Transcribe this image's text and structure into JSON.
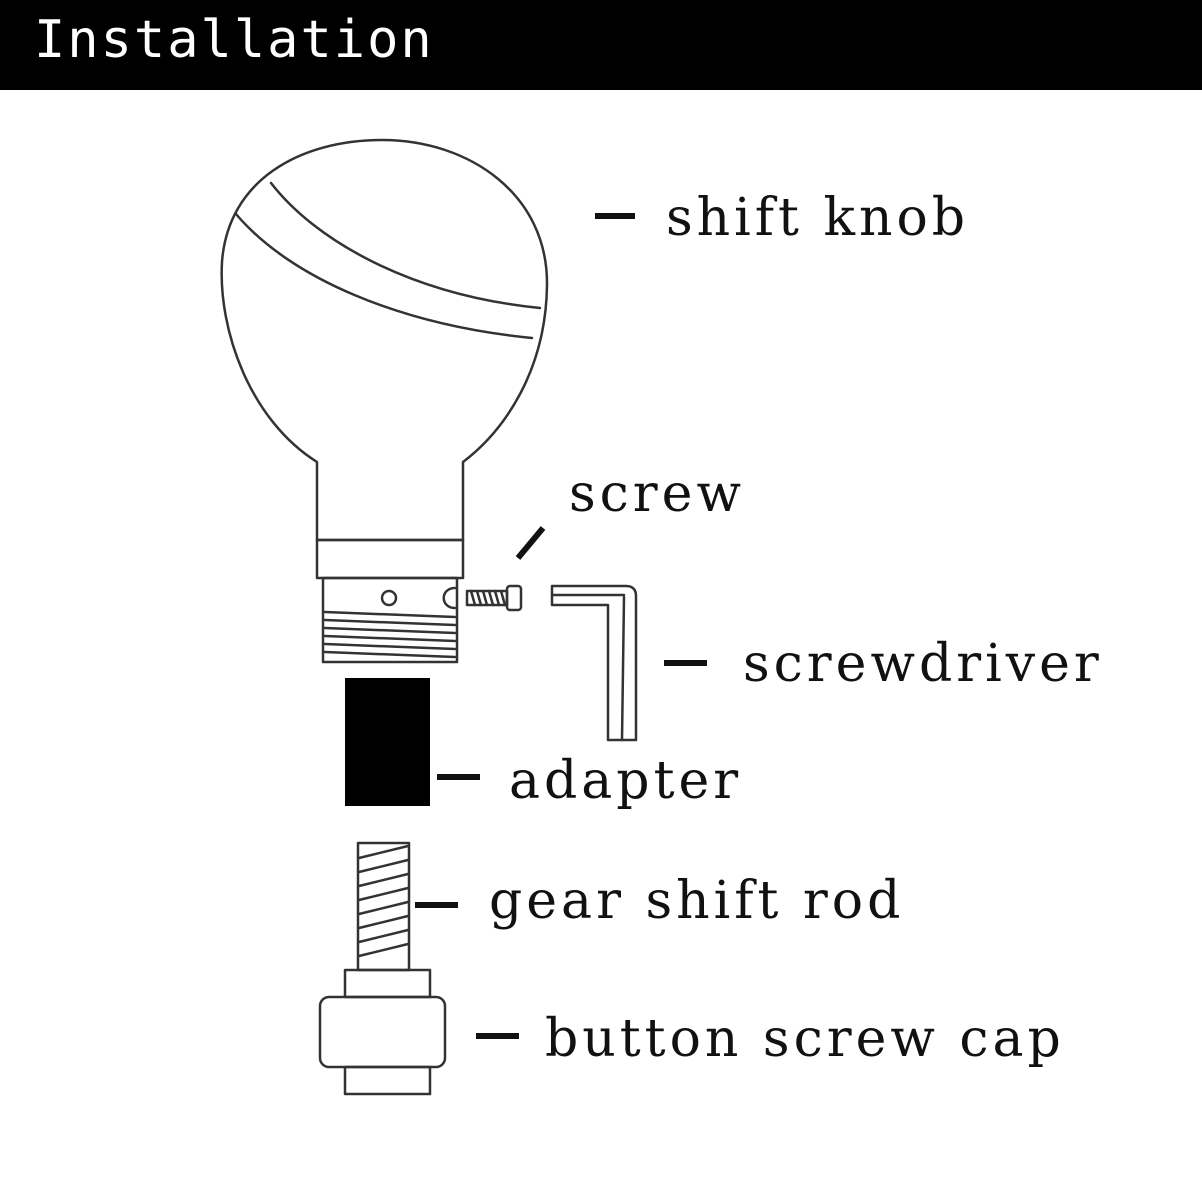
{
  "header": {
    "title": "Installation"
  },
  "labels": {
    "shift_knob": "shift knob",
    "screw": "screw",
    "screwdriver": "screwdriver",
    "adapter": "adapter",
    "gear_shift_rod": "gear shift rod",
    "button_screw_cap": "button screw cap"
  },
  "colors": {
    "header_bg": "#000000",
    "header_text": "#ffffff",
    "line": "#333333",
    "adapter_fill": "#000000"
  }
}
